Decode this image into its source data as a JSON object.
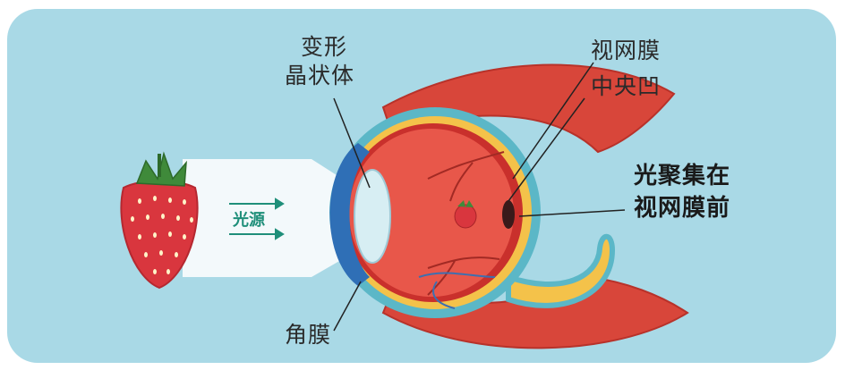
{
  "labels": {
    "lens": [
      "变形",
      "晶状体"
    ],
    "retina": "视网膜",
    "fovea": "中央凹",
    "focus": [
      "光聚集在",
      "视网膜前"
    ],
    "cornea": "角膜",
    "light_source": "光源"
  },
  "colors": {
    "background": "#a9d9e6",
    "strawberry": "#d9363e",
    "muscle": "#d9483a",
    "eye_interior": "#e8574a",
    "retina_layer": "#f4c24a",
    "sclera_outer": "#5bb7c7",
    "cornea": "#2f6fb6",
    "light_beam": "#ffffff"
  }
}
